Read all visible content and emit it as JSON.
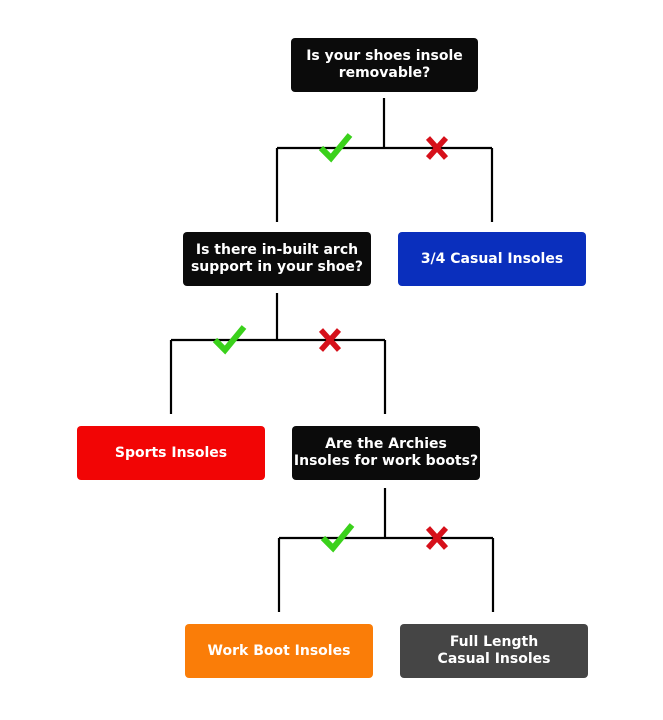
{
  "colors": {
    "question_box": "#0b0b0b",
    "casual_34": "#0a2fbd",
    "sports": "#f20505",
    "work_boot": "#fa7d08",
    "full_length": "#454545",
    "connector": "#000000",
    "yes_check": "#3ad11b",
    "no_cross": "#d6101a"
  },
  "icons": {
    "yes": "check-icon",
    "no": "cross-icon"
  },
  "nodes": {
    "q1": {
      "line1": "Is your shoes insole",
      "line2": "removable?"
    },
    "q2": {
      "line1": "Is there in-built arch",
      "line2": "support in your shoe?"
    },
    "q3": {
      "line1": "Are the Archies",
      "line2": "Insoles for work boots?"
    },
    "casual_34": {
      "label": "3/4 Casual Insoles"
    },
    "sports": {
      "label": "Sports Insoles"
    },
    "work_boot": {
      "label": "Work Boot Insoles"
    },
    "full_length": {
      "line1": "Full Length",
      "line2": "Casual Insoles"
    }
  }
}
